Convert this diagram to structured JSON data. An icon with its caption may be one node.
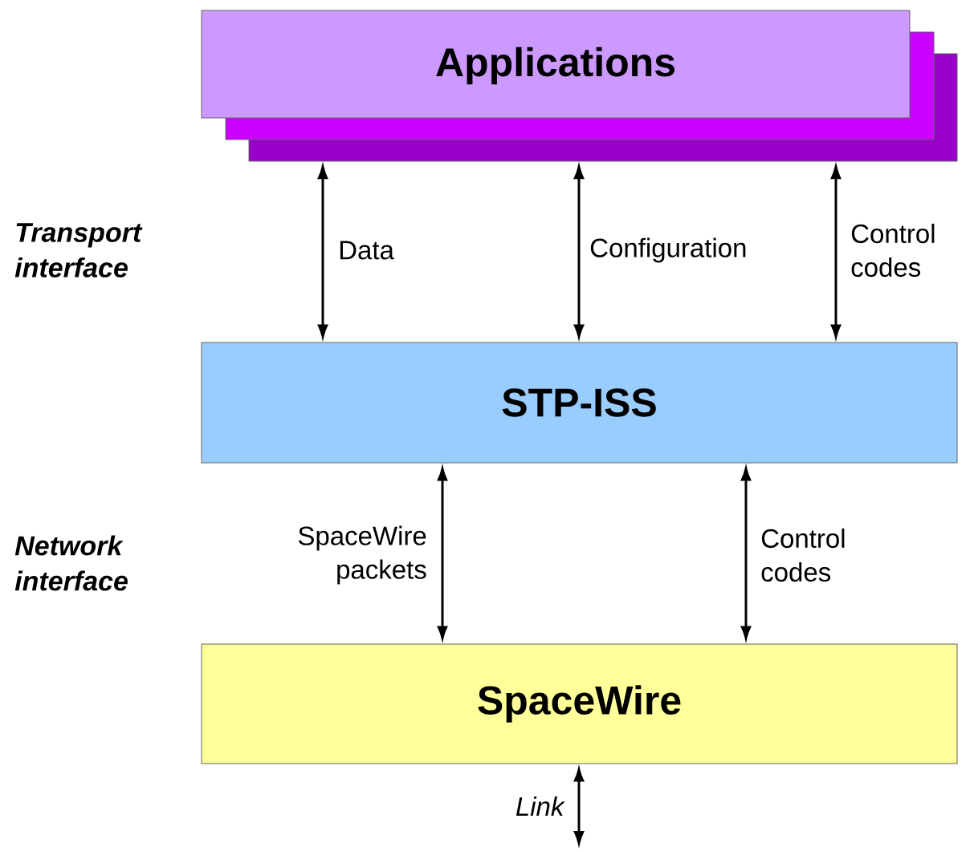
{
  "diagram": {
    "nodes": [
      {
        "text": [
          "Applications"
        ]
      },
      {
        "text": [
          "STP-ISS"
        ]
      },
      {
        "text": [
          "SpaceWire"
        ]
      }
    ],
    "edges": [
      {
        "from": 0,
        "to": 1,
        "arrow": "both",
        "label": "Data"
      },
      {
        "from": 0,
        "to": 1,
        "arrow": "both",
        "label": "Configuration"
      },
      {
        "from": 0,
        "to": 1,
        "arrow": "both",
        "label": "Control codes"
      },
      {
        "from": 1,
        "to": 2,
        "arrow": "both",
        "label": "SpaceWire packets"
      },
      {
        "from": 1,
        "to": 2,
        "arrow": "both",
        "label": "Control codes"
      },
      {
        "from": 2,
        "to": null,
        "arrow": "both",
        "label": "*Link*"
      }
    ],
    "labels": [
      "Transport interface",
      "Network interface"
    ]
  }
}
